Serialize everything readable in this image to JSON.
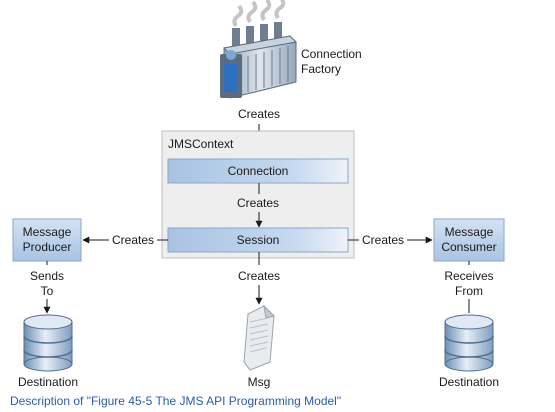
{
  "diagram": {
    "connection_factory": "Connection Factory",
    "creates_top": "Creates",
    "jmscontext_title": "JMSContext",
    "connection": "Connection",
    "creates_middle": "Creates",
    "session": "Session",
    "creates_left": "Creates",
    "creates_right": "Creates",
    "creates_bottom": "Creates",
    "message_producer": "Message Producer",
    "message_consumer": "Message Consumer",
    "sends_to": "Sends To",
    "receives_from": "Receives From",
    "destination_left": "Destination",
    "destination_right": "Destination",
    "msg": "Msg"
  },
  "caption": "Description of \"Figure 45-5 The JMS API Programming Model\"",
  "colors": {
    "accent_link": "#2a5ea8",
    "box_fill": "#b8cfe8",
    "context_fill": "#eeeeee"
  },
  "icons": {
    "factory": "factory-icon",
    "database": "database-icon",
    "document": "document-icon"
  }
}
